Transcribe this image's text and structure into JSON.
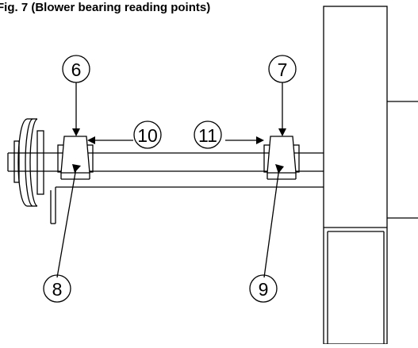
{
  "title": "Fig. 7 (Blower bearing reading points)",
  "callouts": {
    "c6": "6",
    "c7": "7",
    "c8": "8",
    "c9": "9",
    "c10": "10",
    "c11": "11"
  }
}
